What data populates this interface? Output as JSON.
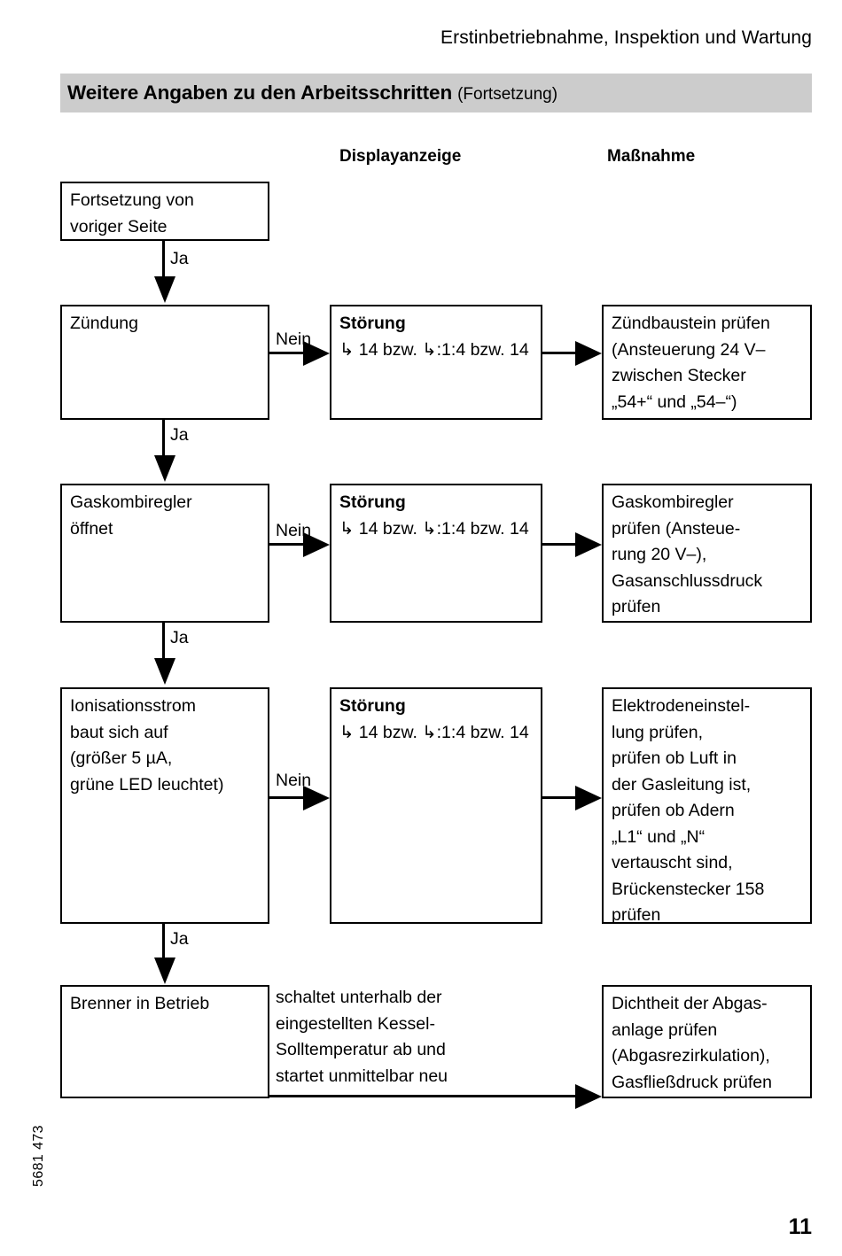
{
  "page": {
    "running_head": "Erstinbetriebnahme, Inspektion und Wartung",
    "banner_title": "Weitere Angaben zu den Arbeitsschritten",
    "banner_suffix": "(Fortsetzung)",
    "doc_number": "5681 473",
    "page_number": "11",
    "banner_bg": "#cccccc",
    "ink": "#000000",
    "paper": "#ffffff"
  },
  "columns": {
    "display_heading": "Displayanzeige",
    "measure_heading": "Maßnahme"
  },
  "labels": {
    "yes": "Ja",
    "no": "Nein"
  },
  "flow": {
    "continue_box": {
      "line1": "Fortsetzung von",
      "line2": "voriger Seite"
    },
    "steps": [
      {
        "step": {
          "line1": "Zündung"
        },
        "display": {
          "title": "Störung",
          "code": "↳ 14 bzw. ↳:1:4 bzw. 14"
        },
        "measure": {
          "line1": "Zündbaustein prüfen",
          "line2": "(Ansteuerung 24 V–",
          "line3": "zwischen Stecker",
          "line4": "„54+“ und „54–“)"
        }
      },
      {
        "step": {
          "line1": "Gaskombiregler",
          "line2": "öffnet"
        },
        "display": {
          "title": "Störung",
          "code": "↳ 14 bzw. ↳:1:4 bzw. 14"
        },
        "measure": {
          "line1": "Gaskombiregler",
          "line2": "prüfen (Ansteue-",
          "line3": "rung 20 V–),",
          "line4": "Gasanschlussdruck",
          "line5": "prüfen"
        }
      },
      {
        "step": {
          "line1": "Ionisationsstrom",
          "line2": "baut sich auf",
          "line3": "(größer 5 µA,",
          "line4": "grüne LED leuchtet)"
        },
        "display": {
          "title": "Störung",
          "code": "↳ 14 bzw. ↳:1:4 bzw. 14"
        },
        "measure": {
          "line1": "Elektrodeneinstel-",
          "line2": "lung prüfen,",
          "line3": "prüfen ob Luft in",
          "line4": "der Gasleitung ist,",
          "line5": "prüfen ob Adern",
          "line6": "„L1“ und „N“",
          "line7": "vertauscht sind,",
          "line8": "Brückenstecker 158",
          "line9": "prüfen"
        }
      },
      {
        "step": {
          "line1": "Brenner in Betrieb"
        },
        "note": {
          "line1": "schaltet unterhalb der",
          "line2": "eingestellten Kessel-",
          "line3": "Solltemperatur ab und",
          "line4": "startet unmittelbar neu"
        },
        "measure": {
          "line1": "Dichtheit der Abgas-",
          "line2": "anlage prüfen",
          "line3": "(Abgasrezirkulation),",
          "line4": "Gasfließdruck prüfen"
        }
      }
    ]
  }
}
